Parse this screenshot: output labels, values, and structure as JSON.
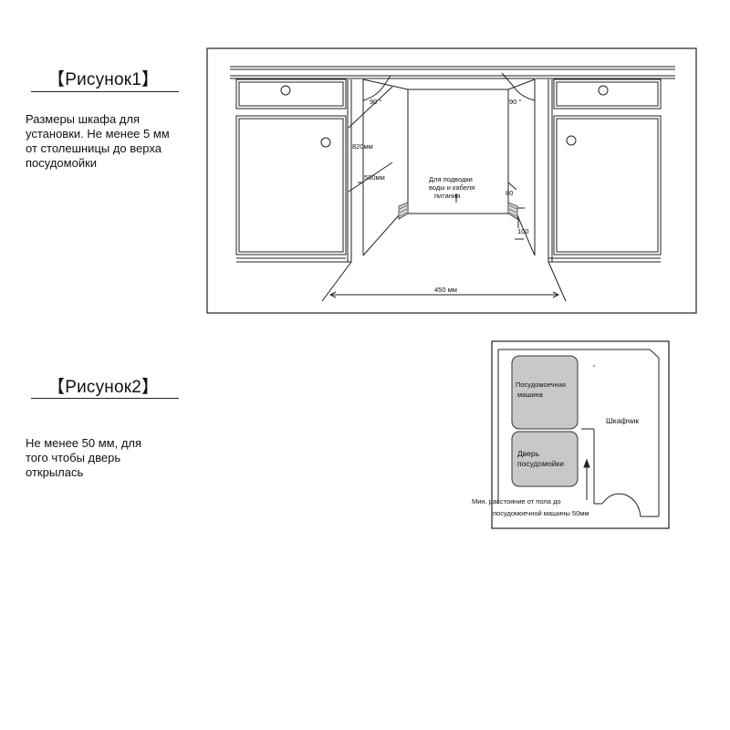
{
  "figure1": {
    "title": "【Рисунок1】",
    "description": "Размеры шкафа для установки. Не менее 5 мм от столешницы до верха посудомойки",
    "labels": {
      "angle_left": "90 °",
      "angle_right": "90 °",
      "height": "820мм",
      "depth": "580мм",
      "connection_line1": "Для подводки",
      "connection_line2": "воды и кабеля",
      "connection_line3": "питания",
      "gap_80": "80",
      "gap_100": "100",
      "width": "450 мм"
    }
  },
  "figure2": {
    "title": "【Рисунок2】",
    "description": "Не менее 50 мм, для того чтобы дверь открылась",
    "labels": {
      "dishwasher_line1": "Посудомоечная",
      "dishwasher_line2": "машина",
      "door_line1": "Дверь",
      "door_line2": "посудомойки",
      "cabinet": "Шкафчик",
      "min_distance_line1": "Мин. расстояние от пола до",
      "min_distance_line2": "посудомоечной  машины 50мм"
    }
  }
}
